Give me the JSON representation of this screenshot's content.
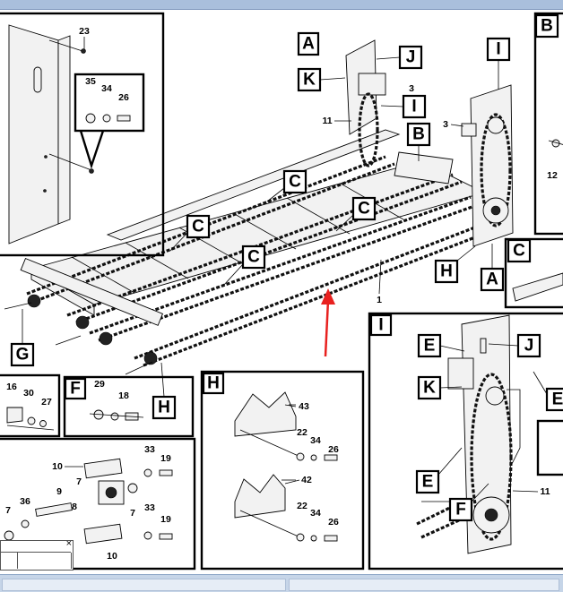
{
  "labels": {
    "A": "A",
    "B": "B",
    "C": "C",
    "E": "E",
    "F": "F",
    "G": "G",
    "H": "H",
    "I": "I",
    "J": "J",
    "K": "K"
  },
  "numbers": {
    "n1": "1",
    "n3": "3",
    "n7": "7",
    "n8": "8",
    "n9": "9",
    "n10": "10",
    "n11": "11",
    "n12": "12",
    "n16": "16",
    "n18": "18",
    "n19": "19",
    "n22": "22",
    "n23": "23",
    "n26": "26",
    "n27": "27",
    "n29": "29",
    "n30": "30",
    "n33": "33",
    "n34": "34",
    "n35": "35",
    "n36": "36",
    "n42": "42",
    "n43": "43"
  },
  "popup": {
    "close_symbol": "×"
  },
  "colors": {
    "pointer_arrow": "#e8211f",
    "window_chrome": "#a9bfdc"
  }
}
